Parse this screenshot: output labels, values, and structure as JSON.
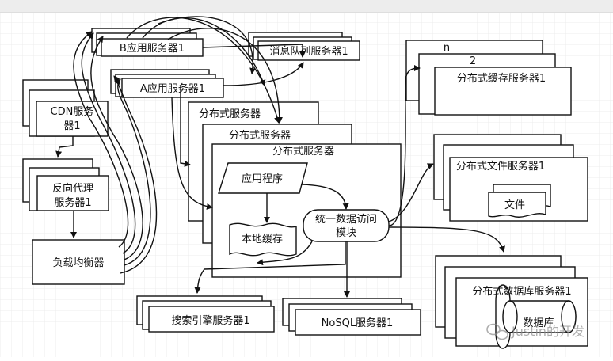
{
  "colors": {
    "background": "#ffffff",
    "topbar": "#ededed",
    "grid": "#e6e6e6",
    "stroke": "#111111",
    "watermark": "#9a9a9a"
  },
  "nodes": {
    "cdn": "CDN服务器1",
    "cdn_line1": "CDN服务",
    "cdn_line2": "器1",
    "reverse_proxy_line1": "反向代理",
    "reverse_proxy_line2": "服务器1",
    "load_balancer": "负载均衡器",
    "app_server_b": "B应用服务器1",
    "app_server_a": "A应用服务器1",
    "mq_server": "消息队列服务器1",
    "dist_server_1": "分布式服务器",
    "dist_server_2": "分布式服务器",
    "dist_server_3": "分布式服务器",
    "app_program": "应用程序",
    "local_cache": "本地缓存",
    "data_access_line1": "统一数据访问",
    "data_access_line2": "模块",
    "cache_n": "n",
    "cache_2": "2",
    "cache_server": "分布式缓存服务器1",
    "file_server": "分布式文件服务器1",
    "file": "文件",
    "db_server": "分布式数据库服务器1",
    "database": "数据库",
    "search_server": "搜索引擎服务器1",
    "nosql_server": "NoSQL服务器1"
  },
  "watermark": {
    "text": "Justin的开发",
    "icon": "wechat-icon"
  }
}
